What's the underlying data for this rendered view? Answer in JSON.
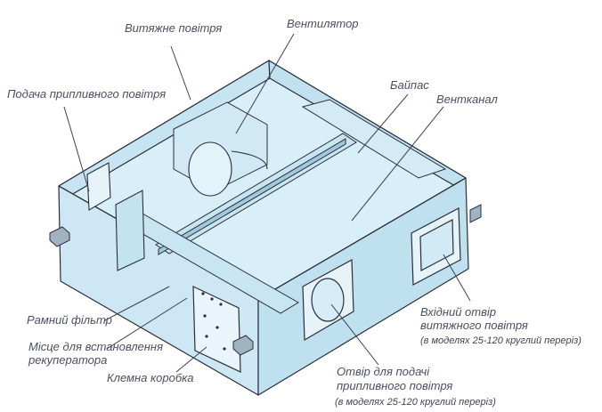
{
  "labels": {
    "exhaust_air": "Витяжне повітря",
    "fan": "Вентилятор",
    "supply_air_feed": "Подача припливного повітря",
    "bypass": "Байпас",
    "vent_duct": "Вентканал",
    "frame_filter": "Рамний фільтр",
    "recuperator_place_line1": "Місце для встановлення",
    "recuperator_place_line2": "рекуператора",
    "terminal_box": "Клемна коробка",
    "exhaust_inlet_line1": "Вхідний отвір",
    "exhaust_inlet_line2": "витяжного повітря",
    "exhaust_inlet_note": "(в моделях 25-120 круглий переріз)",
    "supply_outlet_line1": "Отвір для подачі",
    "supply_outlet_line2": "припливного повітря",
    "supply_outlet_note": "(в моделях 25-120 круглий переріз)"
  },
  "colors": {
    "panel_fill": "#cfe9f5",
    "panel_dark": "#b7dbeb",
    "line": "#2b2f3a",
    "label_text": "#4a4f63"
  }
}
